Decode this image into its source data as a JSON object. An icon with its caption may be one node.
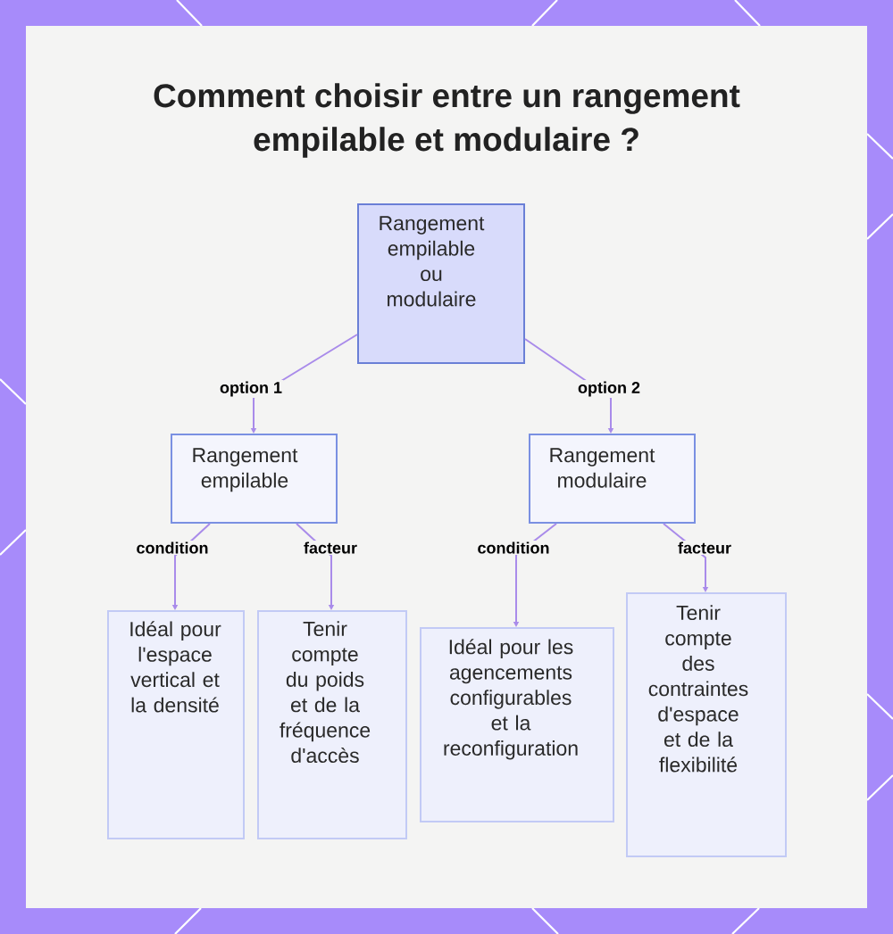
{
  "diagram": {
    "title": "Comment choisir entre un rangement empilable et modulaire ?",
    "nodes": [
      {
        "text": [
          "Rangement empilable ou modulaire"
        ]
      },
      {
        "text": [
          "Rangement empilable"
        ]
      },
      {
        "text": [
          "Rangement modulaire"
        ]
      },
      {
        "text": [
          "Idéal pour l'espace vertical et la densité"
        ]
      },
      {
        "text": [
          "Tenir compte du poids et de la fréquence d'accès"
        ]
      },
      {
        "text": [
          "Idéal pour les agencements configurables et la reconfiguration"
        ]
      },
      {
        "text": [
          "Tenir compte des contraintes d'espace et de la flexibilité"
        ]
      }
    ],
    "edges": [
      {
        "from": 0,
        "to": 1,
        "arrow": "to",
        "label": "option 1"
      },
      {
        "from": 0,
        "to": 2,
        "arrow": "to",
        "label": "option 2"
      },
      {
        "from": 1,
        "to": 3,
        "arrow": "to",
        "label": "condition"
      },
      {
        "from": 1,
        "to": 4,
        "arrow": "to",
        "label": "facteur"
      },
      {
        "from": 2,
        "to": 5,
        "arrow": "to",
        "label": "condition"
      },
      {
        "from": 2,
        "to": 6,
        "arrow": "to",
        "label": "facteur"
      }
    ]
  }
}
